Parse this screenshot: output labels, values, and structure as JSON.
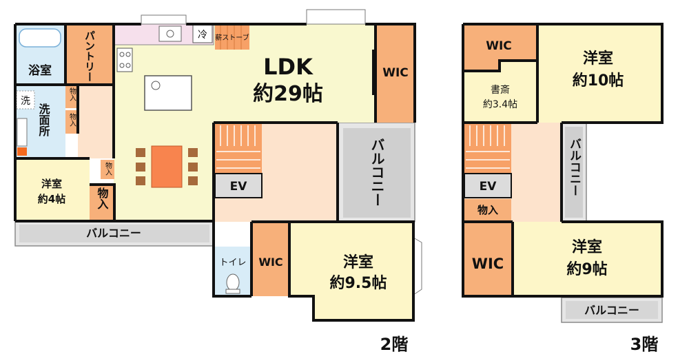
{
  "colors": {
    "ldk": "#f9f8cf",
    "room": "#fdf6c8",
    "storage": "#f7b07a",
    "stair": "#f7a167",
    "hall": "#fde3cc",
    "balcony": "#e6e6e6",
    "balcony_inner": "#cfcfcf",
    "water": "#d8ecf7",
    "ev": "#dcdcdc",
    "wall": "#111111",
    "dining_table": "#f8844e",
    "chair": "#a66a3c"
  },
  "floor2": {
    "floor_label": "2階",
    "ldk_name": "LDK",
    "ldk_size": "約29帖",
    "pantry": "パントリー",
    "bath": "浴室",
    "wash": "洗",
    "washroom": "洗面所",
    "fridge": "冷",
    "stove": "薪ストーブ",
    "wic_ldk": "WIC",
    "storage_a": "物入",
    "storage_b": "物入",
    "storage_c": "物入",
    "storage_d": "物入",
    "room4_name": "洋室",
    "room4_size": "約4帖",
    "balcony_bottom": "バルコニー",
    "balcony_right": "バルコニー",
    "ev": "EV",
    "toilet": "トイレ",
    "wic_bottom": "WIC",
    "room95_name": "洋室",
    "room95_size": "約9.5帖"
  },
  "floor3": {
    "floor_label": "3階",
    "wic_top": "WIC",
    "study_name": "書斎",
    "study_size": "約3.4帖",
    "room10_name": "洋室",
    "room10_size": "約10帖",
    "balcony_right": "バルコニー",
    "ev": "EV",
    "storage": "物入",
    "wic_bottom": "WIC",
    "room9_name": "洋室",
    "room9_size": "約9帖",
    "balcony_bottom": "バルコニー"
  }
}
